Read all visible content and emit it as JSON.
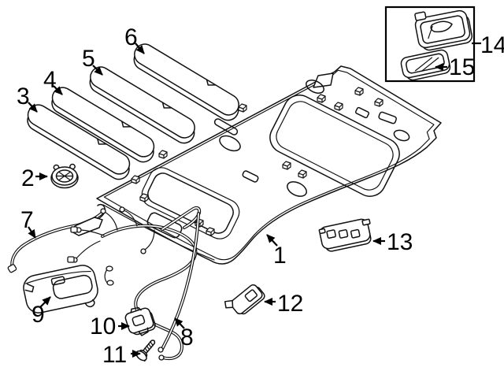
{
  "diagram": {
    "background_color": "#ffffff",
    "line_color": "#111111",
    "callouts": [
      {
        "number": "1"
      },
      {
        "number": "2"
      },
      {
        "number": "3"
      },
      {
        "number": "4"
      },
      {
        "number": "5"
      },
      {
        "number": "6"
      },
      {
        "number": "7"
      },
      {
        "number": "8"
      },
      {
        "number": "9"
      },
      {
        "number": "10"
      },
      {
        "number": "11"
      },
      {
        "number": "12"
      },
      {
        "number": "13"
      },
      {
        "number": "14"
      },
      {
        "number": "15"
      }
    ]
  }
}
